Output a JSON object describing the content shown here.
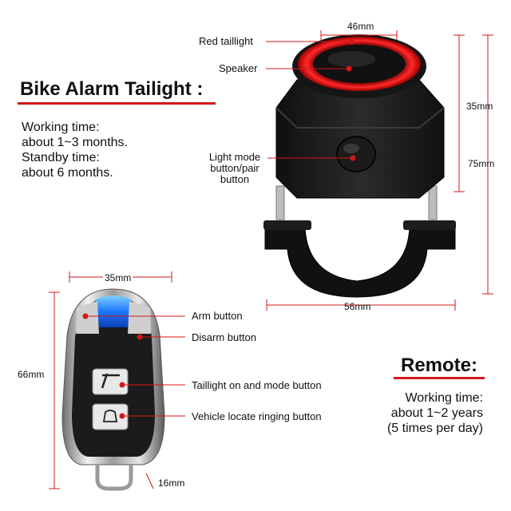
{
  "tailLight": {
    "heading": "Bike Alarm Tailight :",
    "specs": [
      "Working time:",
      "about 1~3 months.",
      "Standby time:",
      "about 6 months."
    ],
    "callouts": {
      "red_taillight": "Red taillight",
      "speaker": "Speaker",
      "light_mode": [
        "Light mode",
        "button/pair",
        "button"
      ]
    },
    "dimensions": {
      "width_top": "46mm",
      "height_body": "35mm",
      "height_total": "75mm",
      "width_clamp": "56mm"
    }
  },
  "remote": {
    "heading": "Remote:",
    "specs": [
      "Working time:",
      "about 1~2 years",
      "(5 times per day)"
    ],
    "callouts": {
      "arm": "Arm button",
      "disarm": "Disarm button",
      "taillight_mode": "Taillight on and mode button",
      "locate": "Vehicle locate ringing button"
    },
    "dimensions": {
      "width": "35mm",
      "height": "66mm",
      "thickness": "16mm"
    }
  },
  "colors": {
    "accent_red": "#d21818",
    "dimension_line": "#d21818",
    "led_blue": "#2a8cff",
    "body_black": "#1a1a1a"
  }
}
